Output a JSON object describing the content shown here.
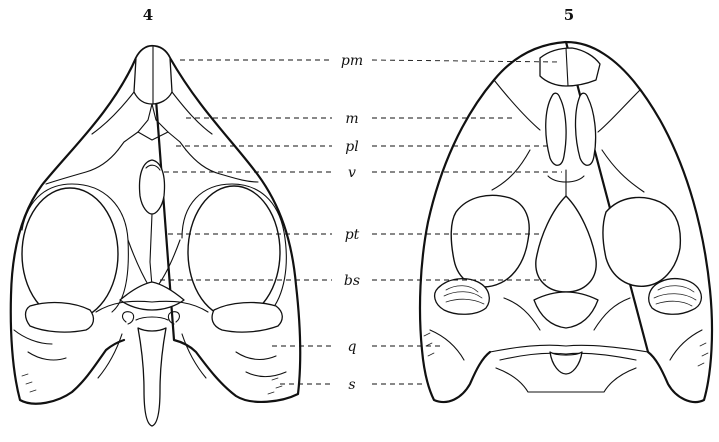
{
  "figures": [
    {
      "id": "fig-4",
      "number": "4"
    },
    {
      "id": "fig-5",
      "number": "5"
    }
  ],
  "labels": [
    {
      "key": "pm",
      "text": "pm"
    },
    {
      "key": "m",
      "text": "m"
    },
    {
      "key": "pl",
      "text": "pl"
    },
    {
      "key": "v",
      "text": "v"
    },
    {
      "key": "pt",
      "text": "pt"
    },
    {
      "key": "bs",
      "text": "bs"
    },
    {
      "key": "q",
      "text": "q"
    },
    {
      "key": "s",
      "text": "s"
    }
  ]
}
